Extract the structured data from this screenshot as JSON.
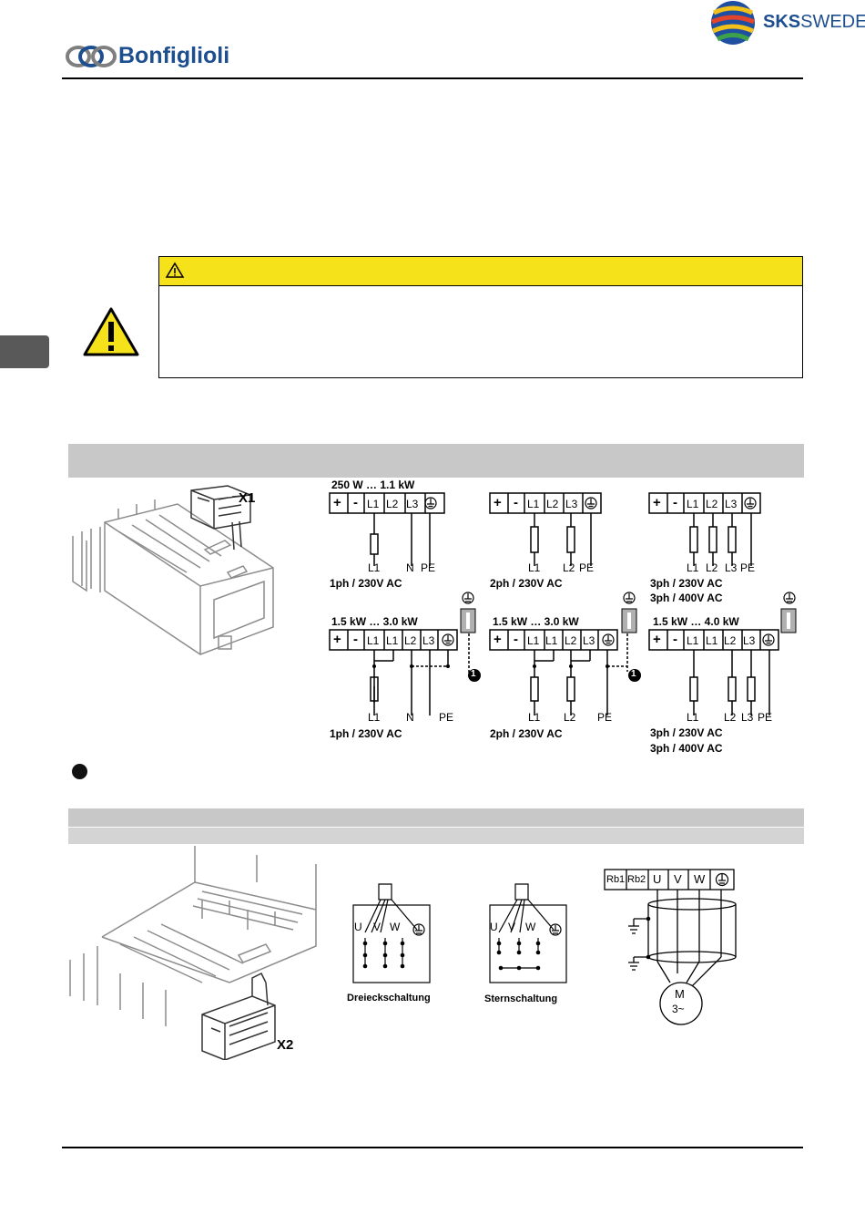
{
  "brand": {
    "name": "Bonfiglioli",
    "partner_prefix": "SKS",
    "partner_suffix": "SWEDEN"
  },
  "diagrams": {
    "x1_label": "X1",
    "x2_label": "X2",
    "ranges": [
      "250 W … 1.1 kW",
      "1.5 kW … 3.0 kW",
      "1.5 kW … 3.0 kW",
      "1.5 kW … 4.0 kW"
    ],
    "supply_1ph": "1ph / 230V AC",
    "supply_2ph": "2ph / 230V AC",
    "supply_3ph_230": "3ph / 230V AC",
    "supply_3ph_400": "3ph / 400V AC",
    "terminals": {
      "plus": "+",
      "minus": "-",
      "L1": "L1",
      "L2": "L2",
      "L3": "L3",
      "N": "N",
      "PE": "PE"
    },
    "motor_terminals": [
      "Rb1",
      "Rb2",
      "U",
      "V",
      "W"
    ],
    "motor_label": "M",
    "motor_sub": "3~",
    "delta_label": "Dreieckschaltung",
    "star_label": "Sternschaltung",
    "note_marker": "1"
  }
}
